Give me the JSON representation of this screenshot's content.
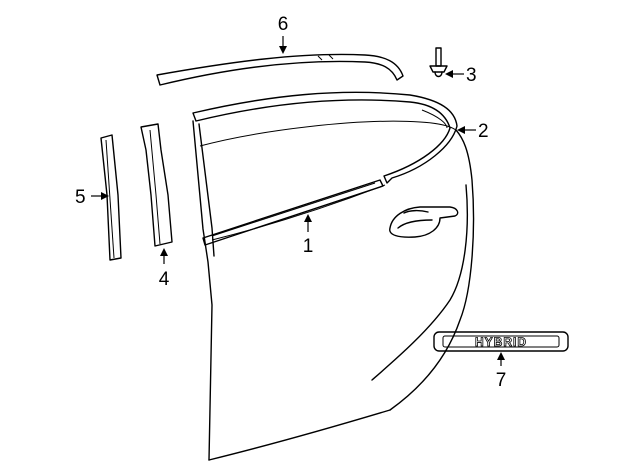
{
  "callouts": [
    "1",
    "2",
    "3",
    "4",
    "5",
    "6",
    "7"
  ],
  "emblem": {
    "text": "HYBRID"
  }
}
